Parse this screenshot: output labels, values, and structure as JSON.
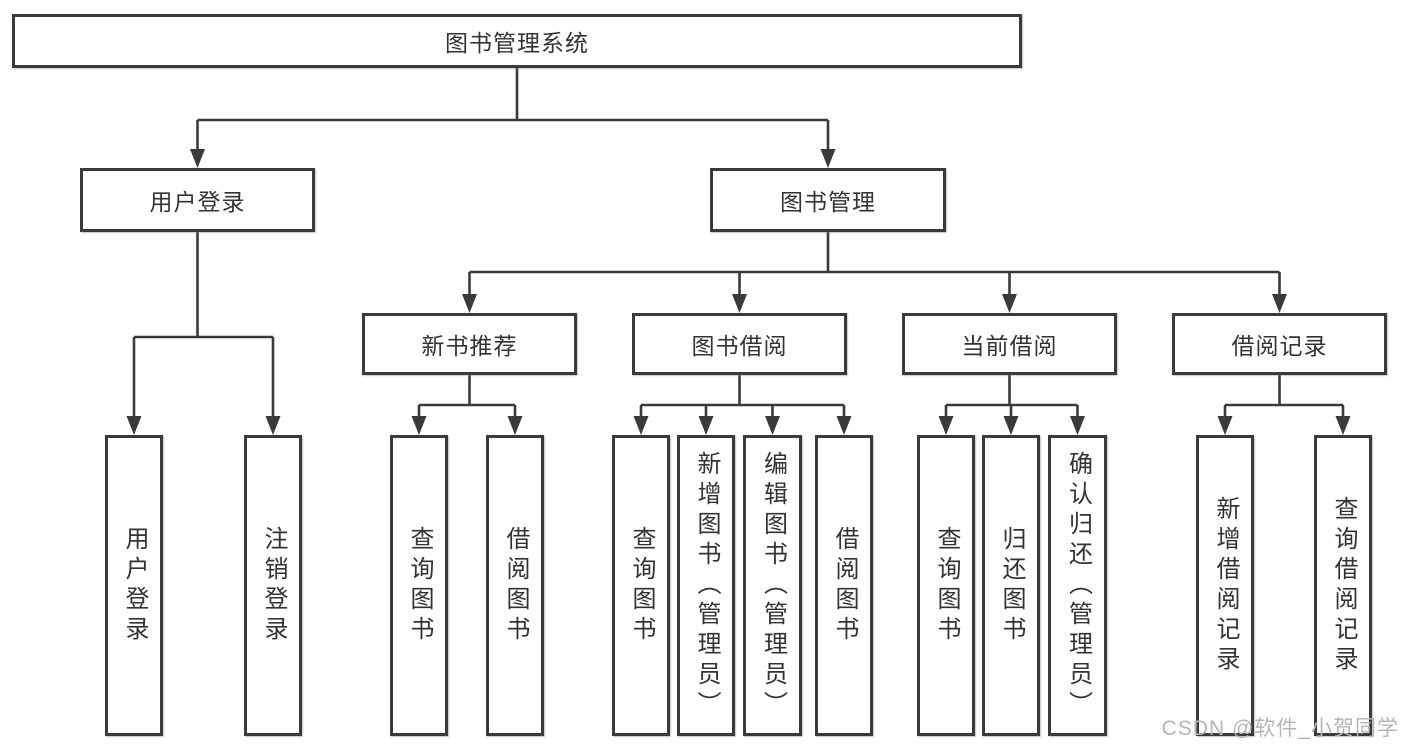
{
  "diagram": {
    "title": "图书管理系统",
    "branches": [
      {
        "id": "user-login",
        "label": "用户登录",
        "children": [
          {
            "id": "user-login-leaf",
            "label": "用户登录"
          },
          {
            "id": "logout-leaf",
            "label": "注销登录"
          }
        ]
      },
      {
        "id": "book-management",
        "label": "图书管理",
        "children": [
          {
            "id": "new-book-recommend",
            "label": "新书推荐",
            "children": [
              {
                "id": "nbr-query-books",
                "label": "查询图书"
              },
              {
                "id": "nbr-borrow-books",
                "label": "借阅图书"
              }
            ]
          },
          {
            "id": "book-borrowing",
            "label": "图书借阅",
            "children": [
              {
                "id": "bb-query-books",
                "label": "查询图书"
              },
              {
                "id": "bb-add-books-admin",
                "label": "新增图书（管理员）"
              },
              {
                "id": "bb-edit-books-admin",
                "label": "编辑图书（管理员）"
              },
              {
                "id": "bb-borrow-books",
                "label": "借阅图书"
              }
            ]
          },
          {
            "id": "current-borrowing",
            "label": "当前借阅",
            "children": [
              {
                "id": "cb-query-books",
                "label": "查询图书"
              },
              {
                "id": "cb-return-books",
                "label": "归还图书"
              },
              {
                "id": "cb-confirm-return-admin",
                "label": "确认归还（管理员）"
              }
            ]
          },
          {
            "id": "borrowing-records",
            "label": "借阅记录",
            "children": [
              {
                "id": "br-add-record",
                "label": "新增借阅记录"
              },
              {
                "id": "br-query-record",
                "label": "查询借阅记录"
              }
            ]
          }
        ]
      }
    ]
  },
  "watermark": {
    "text": "CSDN @软件_小贺同学"
  },
  "colors": {
    "line": "#3a3a3a",
    "text": "#333333",
    "watermark": "#b5b5b5",
    "background": "#ffffff"
  }
}
